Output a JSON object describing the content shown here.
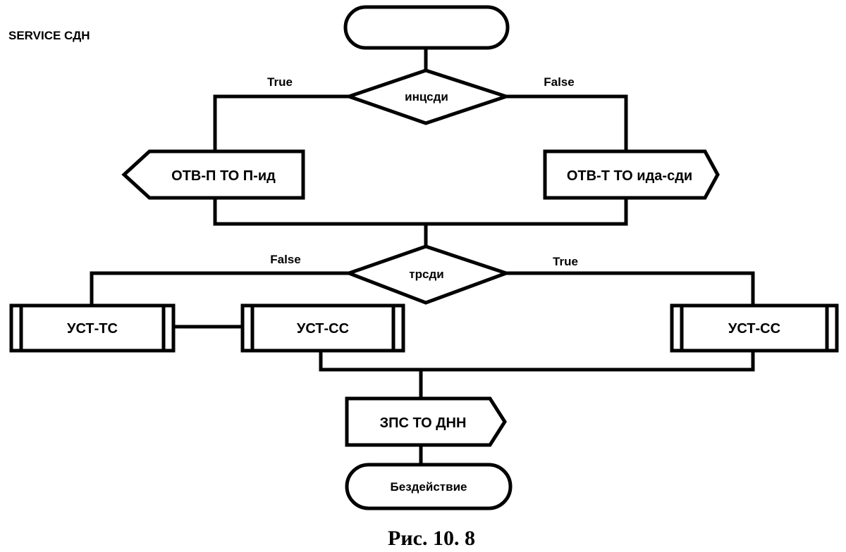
{
  "diagram": {
    "title": "SERVICE СДН",
    "start": "",
    "decision1": {
      "label": "инцсди",
      "true_label": "True",
      "false_label": "False"
    },
    "send_left": "ОТВ-П ТО П-ид",
    "send_right": "ОТВ-Т ТО ида-сди",
    "decision2": {
      "label": "трсди",
      "false_label": "False",
      "true_label": "True"
    },
    "proc_left": "УСТ-ТС",
    "proc_mid": "УСТ-СС",
    "proc_right": "УСТ-СС",
    "send_bottom": "ЗПС ТО ДНН",
    "end": "Бездействие",
    "caption": "Рис. 10. 8"
  }
}
